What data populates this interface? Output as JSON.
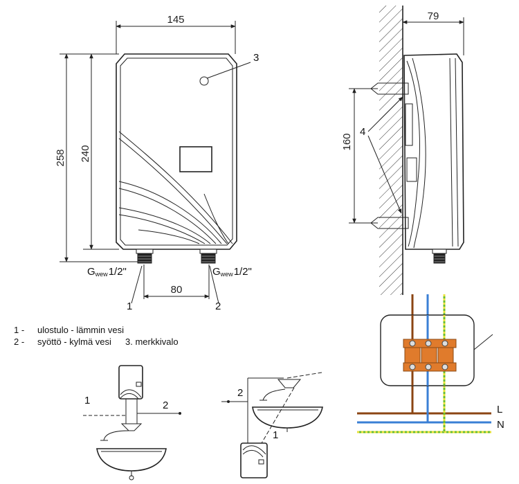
{
  "front_view": {
    "dim_width": "145",
    "dim_height_outer": "258",
    "dim_height_inner": "240",
    "dim_connection_spacing": "80",
    "callout_indicator": "3",
    "callout_outlet": "1",
    "callout_inlet": "2",
    "thread_left_prefix": "G",
    "thread_left_sub": "wew",
    "thread_left_size": "1/2\"",
    "thread_right_prefix": "G",
    "thread_right_sub": "wew",
    "thread_right_size": "1/2\""
  },
  "side_view": {
    "dim_depth": "79",
    "dim_mount_spacing": "160",
    "callout_mount": "4"
  },
  "legend": {
    "item1_num": "1 -",
    "item1_text": "ulostulo - lämmin vesi",
    "item2_num": "2 -",
    "item2_text": "syöttö - kylmä vesi",
    "item3_text": "3. merkkivalo"
  },
  "install_above": {
    "label_1": "1",
    "label_2": "2"
  },
  "install_below": {
    "label_1": "1",
    "label_2": "2"
  },
  "wiring": {
    "label_L": "L",
    "label_N": "N",
    "colors": {
      "phase": "#8B4513",
      "neutral": "#3a7fd5",
      "earth_green": "#6abe30",
      "earth_yellow": "#e8e23a",
      "terminal": "#e07b2c"
    }
  }
}
